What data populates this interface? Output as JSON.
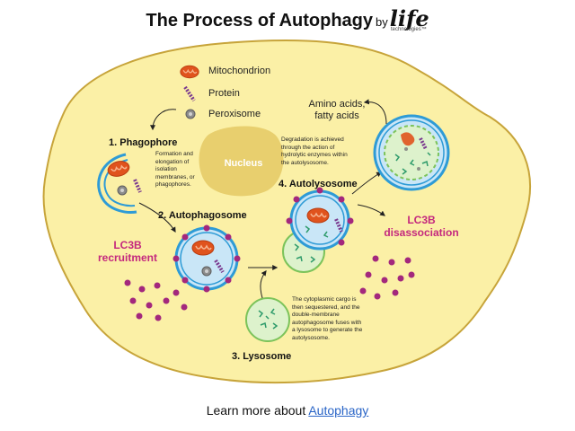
{
  "title": "The Process of Autophagy",
  "brand": {
    "by": "by",
    "name": "life",
    "sub": "technologies™"
  },
  "legend": {
    "mitochondrion": "Mitochondrion",
    "protein": "Protein",
    "peroxisome": "Peroxisome"
  },
  "nucleus": "Nucleus",
  "stages": {
    "phagophore": "1. Phagophore",
    "autophagosome": "2. Autophagosome",
    "lysosome": "3. Lysosome",
    "autolysosome": "4. Autolysosome"
  },
  "notes": {
    "phagophore": [
      "Formation and",
      "elongation of",
      "isolation",
      "membranes, or",
      "phagophores."
    ],
    "degradation": [
      "Degradation is achieved",
      "through the action of",
      "hydrolytic enzymes within",
      "the autolysosome."
    ],
    "cargo": [
      "The cytoplasmic cargo is",
      "then sequestered, and the",
      "double-membrane",
      "autophagosome fuses with",
      "a lysosome to generate the",
      "autolysosome."
    ]
  },
  "amino": [
    "Amino acids,",
    "fatty acids"
  ],
  "lc3b_recruitment": [
    "LC3B",
    "recruitment"
  ],
  "lc3b_disassociation": [
    "LC3B",
    "disassociation"
  ],
  "footer": {
    "prefix": "Learn more about ",
    "link": "Autophagy"
  },
  "colors": {
    "cell_fill": "#fbf0a6",
    "cell_stroke": "#c7a43a",
    "nucleus": "#e8cf6e",
    "membrane": "#2e9bd6",
    "vesicle_fill": "#c9e6f7",
    "lysosome_fill": "#ddf2cc",
    "lysosome_stroke": "#7cc35a",
    "mito": "#e0531d",
    "protein": "#7a3a8f",
    "lc3b": "#a3287d",
    "peroxisome": "#8c8c8c"
  }
}
